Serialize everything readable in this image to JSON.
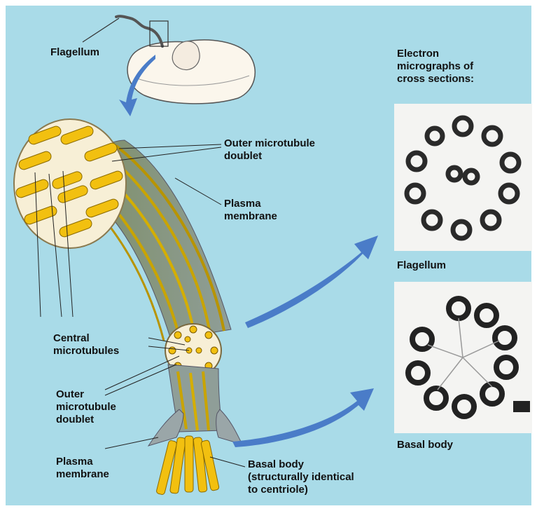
{
  "labels": {
    "flagellum_top": "Flagellum",
    "outer_doublet_1": "Outer microtubule\ndoublet",
    "plasma_membrane_1": "Plasma\nmembrane",
    "central_microtubules": "Central\nmicrotubules",
    "outer_doublet_2": "Outer\nmicrotubule\ndoublet",
    "plasma_membrane_2": "Plasma\nmembrane",
    "basal_body": "Basal body\n(structurally identical\nto centriole)",
    "micrographs_title": "Electron\nmicrographs of\ncross sections:",
    "micrograph_flagellum": "Flagellum",
    "micrograph_basal": "Basal body"
  },
  "colors": {
    "background": "#a9dbe8",
    "tubule_yellow": "#f2c010",
    "tubule_dark": "#a07a00",
    "membrane_gray": "#8a9a98",
    "arrow_blue": "#4a7cc8",
    "micrograph_ink": "#2a2a2a"
  }
}
